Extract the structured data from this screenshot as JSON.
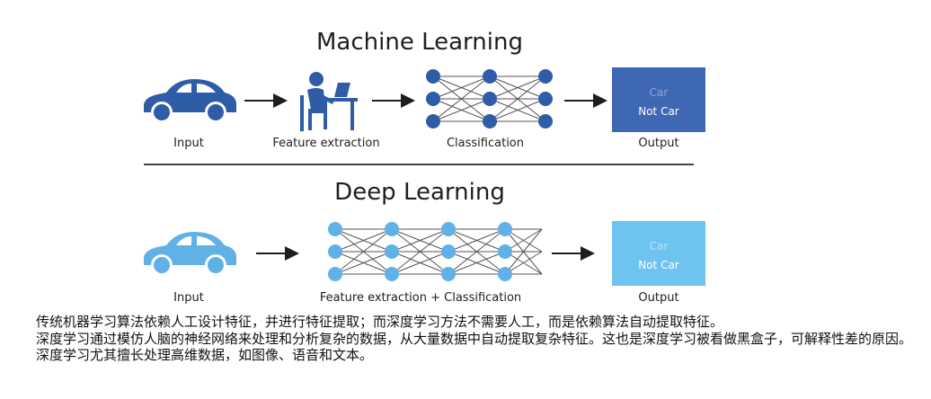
{
  "machine_learning": {
    "title": "Machine Learning",
    "input_label": "Input",
    "feature_label": "Feature extraction",
    "classification_label": "Classification",
    "output_label": "Output",
    "output_car": "Car",
    "output_not_car": "Not Car"
  },
  "deep_learning": {
    "title": "Deep Learning",
    "input_label": "Input",
    "process_label": "Feature extraction + Classification",
    "output_label": "Output",
    "output_car": "Car",
    "output_not_car": "Not Car"
  },
  "colors": {
    "ml_dark_blue": "#2f5ca7",
    "ml_output_blue": "#3e67b4",
    "dl_light_blue": "#5fb1e6",
    "dl_output_blue": "#6ec3f0",
    "arrow": "#1e1e1e"
  },
  "caption": {
    "line1": "传统机器学习算法依赖人工设计特征，并进行特征提取；而深度学习方法不需要人工，而是依赖算法自动提取特征。",
    "line2": "深度学习通过模仿人脑的神经网络来处理和分析复杂的数据，从大量数据中自动提取复杂特征。这也是深度学习被看做黑盒子，可解释性差的原因。",
    "line3": "深度学习尤其擅长处理高维数据，如图像、语音和文本。"
  }
}
